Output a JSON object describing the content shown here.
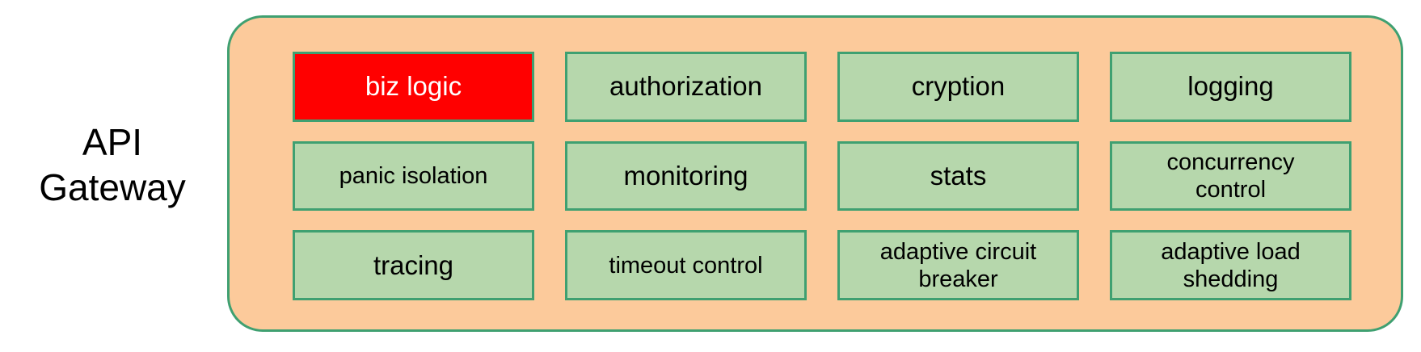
{
  "diagram": {
    "side_label": "API\nGateway",
    "container": {
      "fill_color": "#fcca9b",
      "border_color": "#3fa071"
    },
    "box_style": {
      "fill_color": "#b6d7ac",
      "border_color": "#3fa071",
      "text_color": "#000000",
      "highlight_fill_color": "#ff0000",
      "highlight_text_color": "#ffffff"
    },
    "rows": [
      {
        "cells": [
          {
            "label": "biz logic",
            "highlighted": true,
            "size": "normal"
          },
          {
            "label": "authorization",
            "highlighted": false,
            "size": "normal"
          },
          {
            "label": "cryption",
            "highlighted": false,
            "size": "normal"
          },
          {
            "label": "logging",
            "highlighted": false,
            "size": "normal"
          }
        ]
      },
      {
        "cells": [
          {
            "label": "panic isolation",
            "highlighted": false,
            "size": "small"
          },
          {
            "label": "monitoring",
            "highlighted": false,
            "size": "normal"
          },
          {
            "label": "stats",
            "highlighted": false,
            "size": "normal"
          },
          {
            "label": "concurrency\ncontrol",
            "highlighted": false,
            "size": "small"
          }
        ]
      },
      {
        "cells": [
          {
            "label": "tracing",
            "highlighted": false,
            "size": "normal"
          },
          {
            "label": "timeout control",
            "highlighted": false,
            "size": "small"
          },
          {
            "label": "adaptive circuit\nbreaker",
            "highlighted": false,
            "size": "small"
          },
          {
            "label": "adaptive load\nshedding",
            "highlighted": false,
            "size": "small"
          }
        ]
      }
    ]
  }
}
